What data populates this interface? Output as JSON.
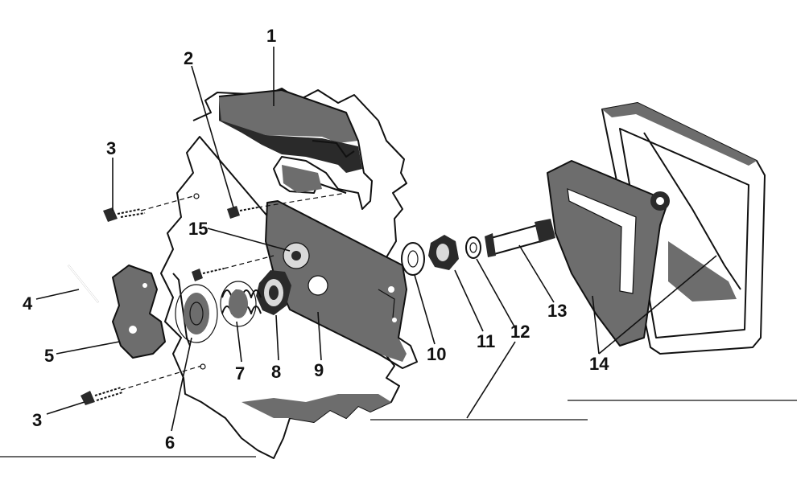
{
  "callouts": [
    {
      "id": "1",
      "label": "1"
    },
    {
      "id": "2",
      "label": "2"
    },
    {
      "id": "3a",
      "label": "3"
    },
    {
      "id": "3b",
      "label": "3"
    },
    {
      "id": "4",
      "label": "4"
    },
    {
      "id": "5",
      "label": "5"
    },
    {
      "id": "6",
      "label": "6"
    },
    {
      "id": "7",
      "label": "7"
    },
    {
      "id": "8",
      "label": "8"
    },
    {
      "id": "9",
      "label": "9"
    },
    {
      "id": "10",
      "label": "10"
    },
    {
      "id": "11",
      "label": "11"
    },
    {
      "id": "12",
      "label": "12"
    },
    {
      "id": "13",
      "label": "13"
    },
    {
      "id": "14",
      "label": "14"
    },
    {
      "id": "15",
      "label": "15"
    }
  ],
  "colors": {
    "ink": "#111111",
    "shade": "#6d6d6d",
    "paper": "#ffffff"
  }
}
